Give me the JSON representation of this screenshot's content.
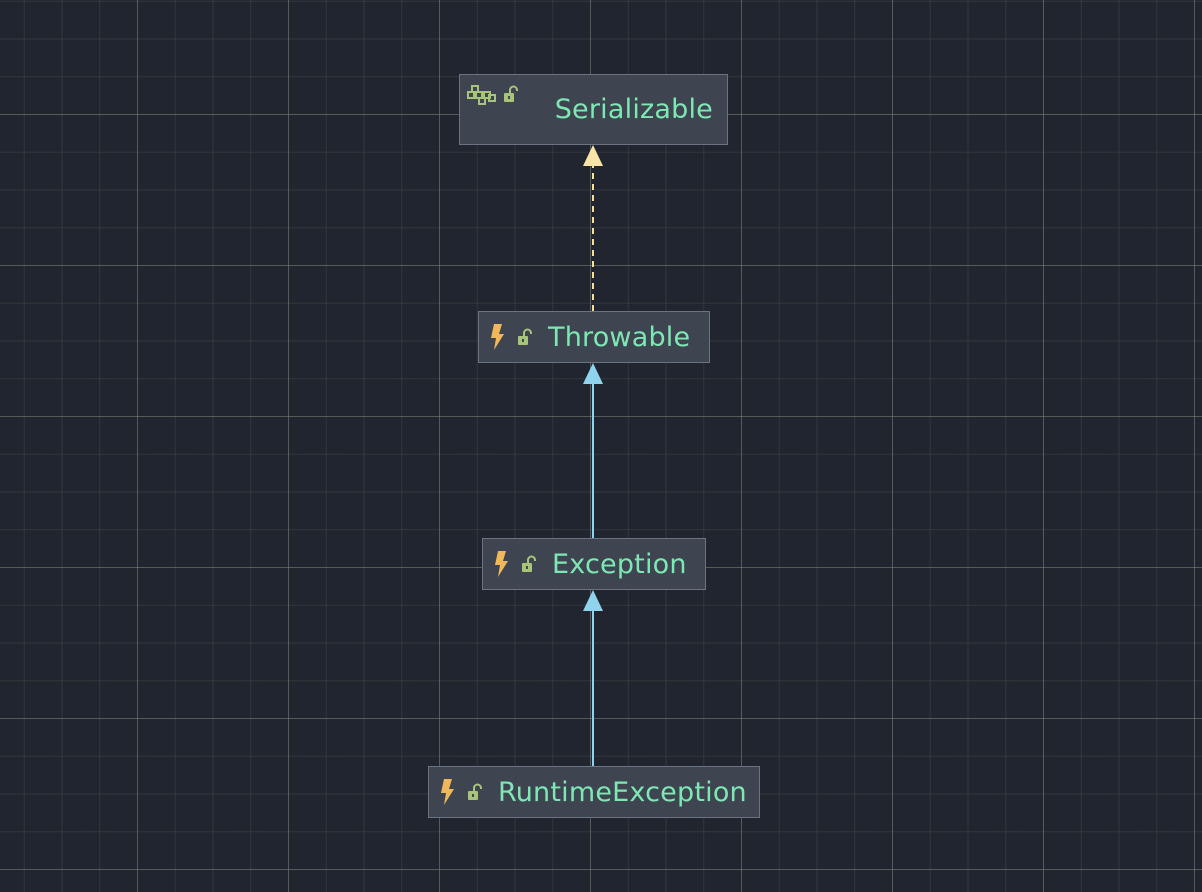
{
  "diagram": {
    "nodes": [
      {
        "id": "serializable",
        "label": "Serializable",
        "kind": "interface",
        "icons": [
          "interface-icon",
          "lock-open-icon"
        ]
      },
      {
        "id": "throwable",
        "label": "Throwable",
        "kind": "class",
        "icons": [
          "bolt-icon",
          "lock-open-icon"
        ]
      },
      {
        "id": "exception",
        "label": "Exception",
        "kind": "class",
        "icons": [
          "bolt-icon",
          "lock-open-icon"
        ]
      },
      {
        "id": "runtime_exception",
        "label": "RuntimeException",
        "kind": "class",
        "icons": [
          "bolt-icon",
          "lock-open-icon"
        ]
      }
    ],
    "edges": [
      {
        "from": "throwable",
        "to": "serializable",
        "type": "implements",
        "style": "dashed",
        "color": "#f5dfa0"
      },
      {
        "from": "exception",
        "to": "throwable",
        "type": "extends",
        "style": "solid",
        "color": "#8fd3ec"
      },
      {
        "from": "runtime_exception",
        "to": "exception",
        "type": "extends",
        "style": "solid",
        "color": "#8fd3ec"
      }
    ]
  },
  "colors": {
    "background": "#21252f",
    "node_fill": "#3e4450",
    "node_border": "#6b7280",
    "node_text": "#7ee8b5",
    "bolt": "#f0b85a",
    "lock": "#a8c47a",
    "implements_edge": "#f5dfa0",
    "extends_edge": "#8fd3ec"
  }
}
